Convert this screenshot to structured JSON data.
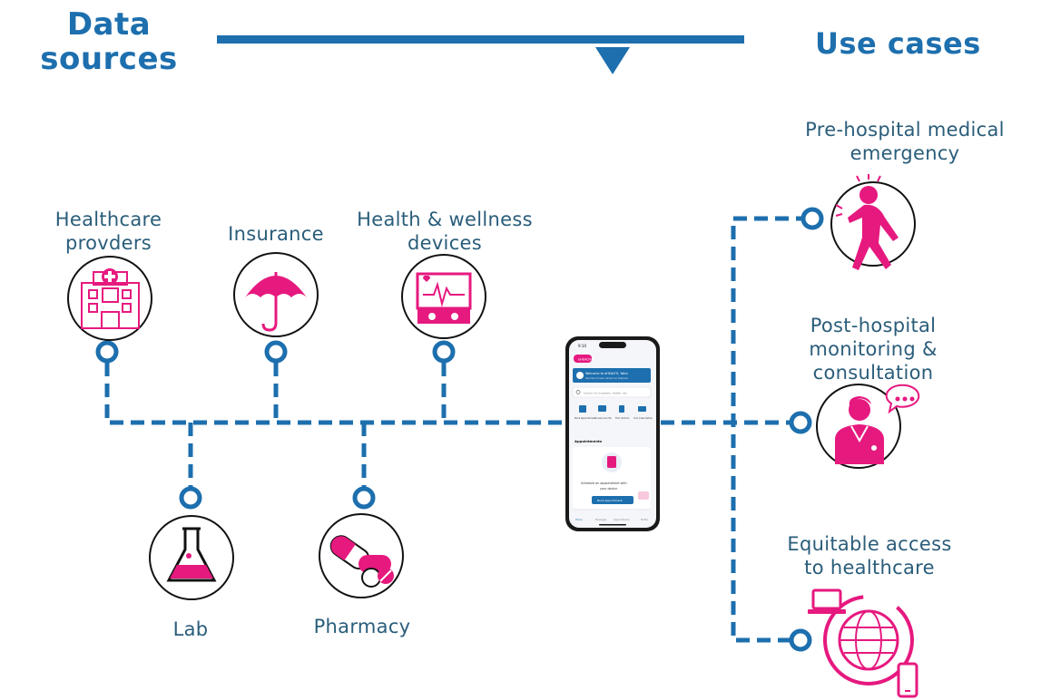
{
  "header": {
    "left_line1": "Data",
    "left_line2": "sources",
    "right": "Use cases"
  },
  "sources": {
    "healthcare": {
      "line1": "Healthcare",
      "line2": "provders",
      "icon": "hospital-icon"
    },
    "insurance": {
      "line1": "Insurance",
      "icon": "umbrella-icon"
    },
    "devices": {
      "line1": "Health & wellness",
      "line2": "devices",
      "icon": "monitor-heart-icon"
    },
    "lab": {
      "line1": "Lab",
      "icon": "flask-icon"
    },
    "pharmacy": {
      "line1": "Pharmacy",
      "icon": "pills-icon"
    }
  },
  "use_cases": {
    "pre": {
      "line1": "Pre-hospital medical",
      "line2": "emergency",
      "icon": "emergency-person-icon"
    },
    "post": {
      "line1": "Post-hospital",
      "line2": "monitoring &",
      "line3": "consultation",
      "icon": "doctor-chat-icon"
    },
    "access": {
      "line1": "Equitable access",
      "line2": "to healthcare",
      "icon": "global-devices-icon"
    }
  },
  "phone": {
    "time": "9:10",
    "brand": "eHEALTH",
    "welcome": "Welcome to eHEALTH, Yaksi",
    "welcome_sub": "Tap here to learn about our features",
    "search_placeholder": "Search for hospitals, health, etc",
    "actions": [
      "Book appointment",
      "Access records",
      "Find doctors",
      "Your prescription"
    ],
    "section": "Appointments",
    "cta_text_1": "Schedule an appointment with",
    "cta_text_2": "your doctor",
    "cta_button": "Book appointment",
    "nav": [
      "Home",
      "Messages",
      "Appointments",
      "Profile"
    ]
  },
  "colors": {
    "blue": "#1d6fae",
    "magenta": "#e6197f",
    "text": "#2a5d7a"
  }
}
